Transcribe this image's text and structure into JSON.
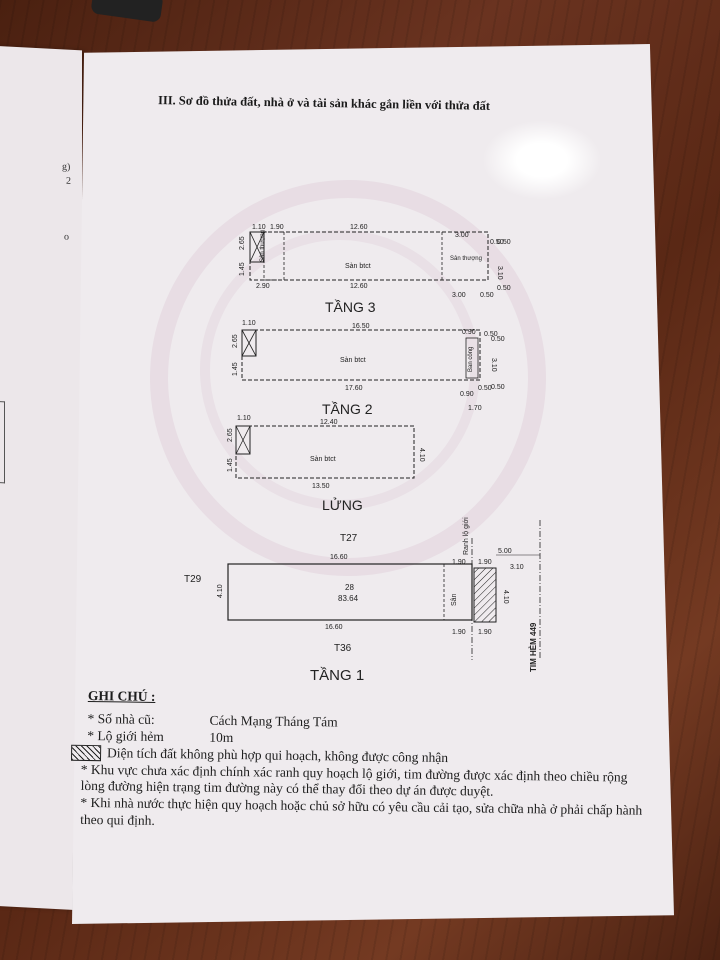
{
  "header": {
    "title": "III. Sơ đồ thửa đất, nhà ở và tài sản khác gắn liền với thửa đất"
  },
  "left_page": {
    "fragments": [
      "g)",
      "2",
      "o"
    ]
  },
  "floors": {
    "tang3": {
      "label": "TẦNG 3",
      "dims": [
        "1.10",
        "1.90",
        "12.60",
        "3.00",
        "0.50",
        "0.50",
        "2.65",
        "1.45",
        "3.10",
        "2.90",
        "12.60",
        "3.00",
        "0.50",
        "0.50"
      ],
      "rooms": [
        "Sàn btct",
        "Sân thượng",
        "Sân thượng"
      ]
    },
    "tang2": {
      "label": "TẦNG 2",
      "dims": [
        "1.10",
        "16.50",
        "0.90",
        "0.50",
        "0.50",
        "2.65",
        "1.45",
        "3.10",
        "17.60",
        "0.90",
        "0.50",
        "0.50",
        "1.70"
      ],
      "rooms": [
        "Sàn btct",
        "Ban công"
      ]
    },
    "lung": {
      "label": "LỬNG",
      "dims": [
        "1.10",
        "12.40",
        "2.65",
        "1.45",
        "4.10",
        "13.50"
      ],
      "rooms": [
        "Sàn btct"
      ]
    },
    "tang1": {
      "label": "TẦNG 1",
      "neighbors": [
        "T27",
        "T29",
        "T36"
      ],
      "dims": [
        "16.60",
        "1.90",
        "1.90",
        "5.00",
        "3.10",
        "4.10",
        "4.10",
        "16.60",
        "1.90",
        "1.90"
      ],
      "parcel_no": "28",
      "area": "83.64",
      "yard": "Sân",
      "boundary": "Ranh lộ giới",
      "road": "TIM HẺM 449"
    }
  },
  "notes": {
    "title": "GHI CHÚ :",
    "old_no_label": "* Số nhà cũ:",
    "old_no_value": "Cách Mạng Tháng Tám",
    "setback_label": "* Lộ giới hẻm",
    "setback_value": "10m",
    "hatch_text": "Diện tích đất không phù hợp qui hoạch, không được công nhận",
    "note1": "* Khu vực chưa xác định chính xác ranh quy hoạch lộ giới, tim đường được xác định theo chiều rộng lòng đường hiện trạng tim đường này có thể thay đổi theo dự án được duyệt.",
    "note2": "* Khi nhà nước thực hiện quy hoạch hoặc chủ sở hữu có yêu cầu cải tạo, sửa chữa nhà ở phải chấp hành theo qui định."
  }
}
